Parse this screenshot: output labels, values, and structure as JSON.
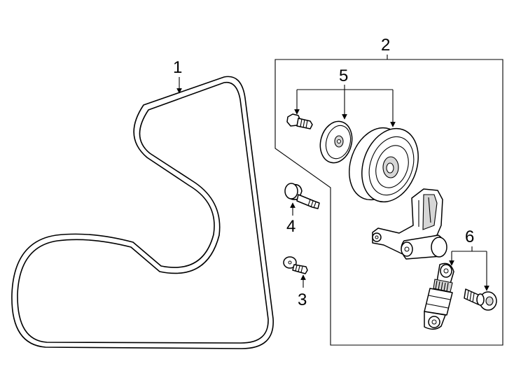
{
  "callouts": {
    "belt": "1",
    "tensioner_assembly": "2",
    "bolt_3": "3",
    "bolt_4": "4",
    "idler_pulley_parts": "5",
    "tensioner_hardware": "6"
  }
}
